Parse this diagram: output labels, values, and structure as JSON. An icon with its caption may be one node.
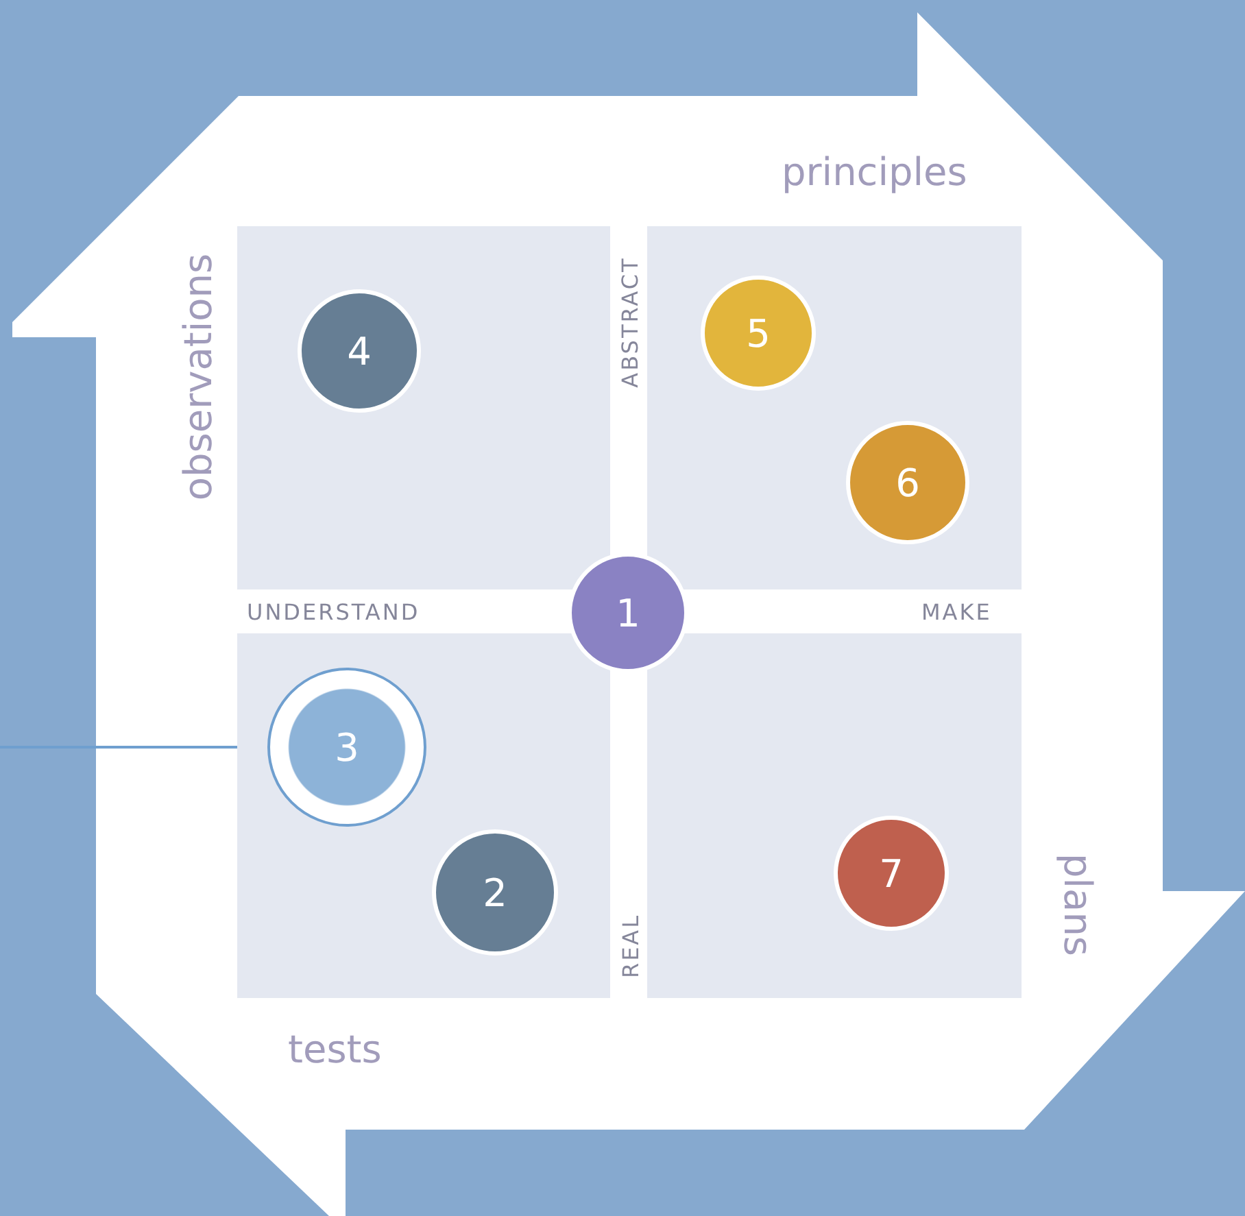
{
  "diagram": {
    "nodes": [
      {
        "text": [],
        "shape": "box"
      },
      {
        "text": [
          "4"
        ],
        "in": 0
      },
      {
        "text": [],
        "shape": "box"
      },
      {
        "text": [
          "5"
        ],
        "in": 2
      },
      {
        "text": [
          "6"
        ],
        "in": 2
      },
      {
        "text": [
          "1"
        ]
      },
      {
        "text": [],
        "shape": "box"
      },
      {
        "text": [
          "3"
        ],
        "in": 6
      },
      {
        "text": [
          "2"
        ],
        "in": 6
      },
      {
        "text": [],
        "shape": "box"
      },
      {
        "text": [
          "7"
        ],
        "in": 9
      }
    ],
    "edges": [
      {
        "from": null,
        "to": 7,
        "arrow": "none"
      }
    ],
    "labels": [
      "principles",
      "observations",
      "ABSTRACT",
      "UNDERSTAND",
      "MAKE",
      "REAL",
      "plans",
      "tests"
    ]
  }
}
